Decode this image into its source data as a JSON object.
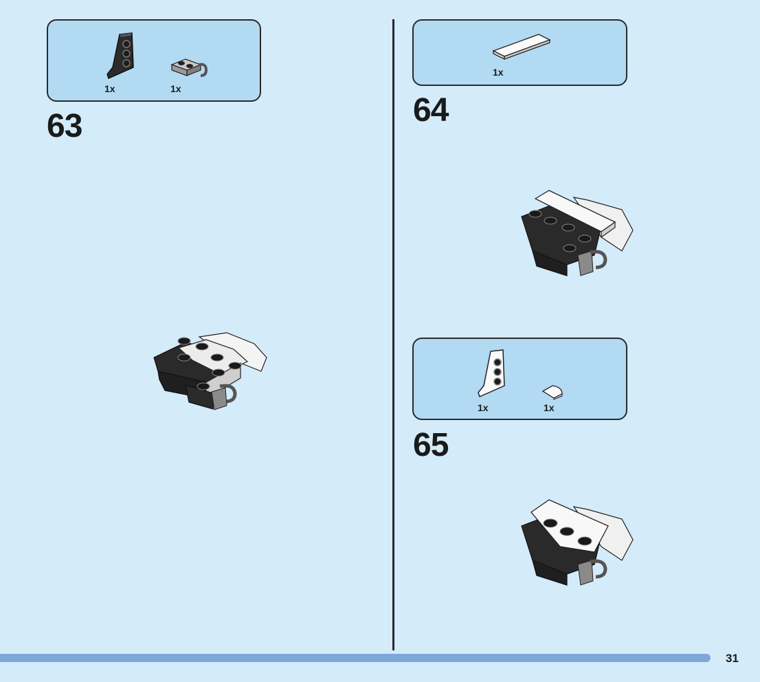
{
  "steps": [
    {
      "number": "63",
      "parts": [
        {
          "qty": "1x",
          "icon": "black-wedge-plate-icon"
        },
        {
          "qty": "1x",
          "icon": "gray-clip-plate-icon"
        }
      ]
    },
    {
      "number": "64",
      "parts": [
        {
          "qty": "1x",
          "icon": "white-tile-icon"
        }
      ]
    },
    {
      "number": "65",
      "parts": [
        {
          "qty": "1x",
          "icon": "white-wedge-plate-icon"
        },
        {
          "qty": "1x",
          "icon": "white-quarter-tile-icon"
        }
      ]
    }
  ],
  "page": {
    "number": "31"
  },
  "colors": {
    "background": "#d4ebfa",
    "parts_box": "#b3daf3",
    "footer_bar": "#7fa6d8"
  }
}
